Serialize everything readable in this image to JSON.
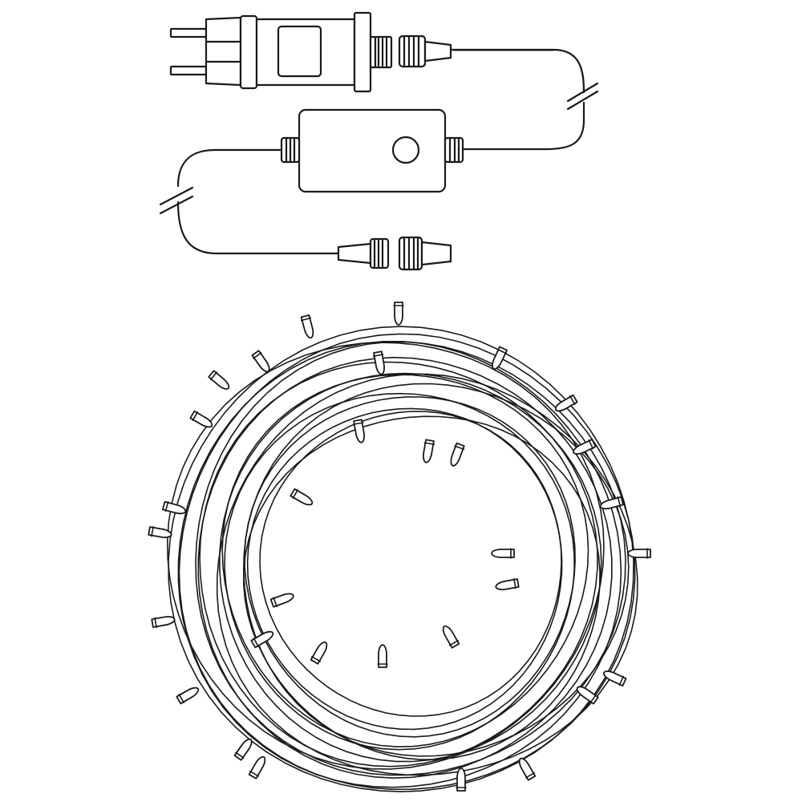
{
  "illustration": {
    "kind": "line-drawing",
    "background": "#ffffff",
    "line_color": "#1a1a1a",
    "components": [
      {
        "id": "power-plug",
        "icon": "plug-icon"
      },
      {
        "id": "transformer",
        "icon": "transformer-icon"
      },
      {
        "id": "screw-connector-top",
        "icon": "connector-icon"
      },
      {
        "id": "controller-box",
        "icon": "controller-icon"
      },
      {
        "id": "control-button",
        "icon": "button-icon"
      },
      {
        "id": "screw-connector-bottom",
        "icon": "connector-icon"
      },
      {
        "id": "light-string-coil",
        "icon": "coil-icon"
      }
    ]
  }
}
